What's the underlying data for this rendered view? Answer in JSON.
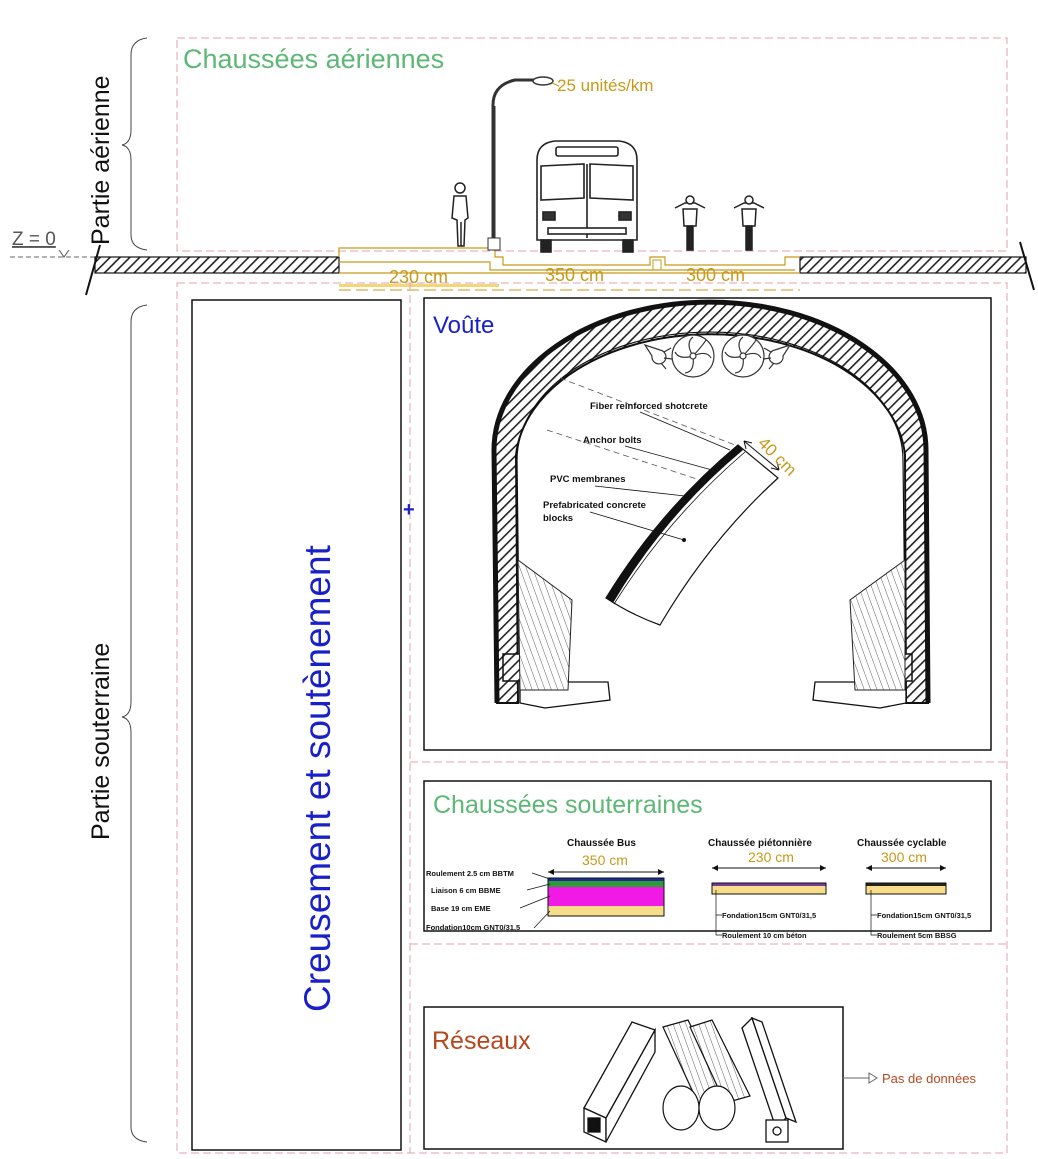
{
  "above": {
    "side_label": "Partie aérienne",
    "z_label": "Z = 0",
    "title": "Chaussées aériennes",
    "lamp_label": "25 unités/km",
    "widths": [
      "230 cm",
      "350 cm",
      "300 cm"
    ]
  },
  "below": {
    "side_label": "Partie souterraine",
    "excavation_title": "Creusement et soutènement",
    "plus": "+",
    "vault": {
      "title": "Voûte",
      "labels": [
        "Fiber reinforced shotcrete",
        "Anchor bolts",
        "PVC membranes",
        "Prefabricated concrete",
        "blocks"
      ],
      "thickness": "40 cm"
    },
    "roads": {
      "title": "Chaussées souterraines",
      "bus": {
        "title": "Chaussée Bus",
        "width": "350 cm",
        "layers": [
          "Roulement 2.5 cm BBTM",
          "Liaison 6 cm BBME",
          "Base 19 cm EME",
          "Fondation10cm GNT0/31,5"
        ]
      },
      "pedestrian": {
        "title": "Chaussée piétonnière",
        "width": "230 cm",
        "layers": [
          "Fondation15cm GNT0/31,5",
          "Roulement 10 cm béton"
        ]
      },
      "cycle": {
        "title": "Chaussée cyclable",
        "width": "300 cm",
        "layers": [
          "Fondation15cm GNT0/31,5",
          "Roulement 5cm BBSG"
        ]
      }
    },
    "networks": {
      "title": "Réseaux",
      "note": "Pas de données"
    }
  },
  "colors": {
    "green": "#5cb874",
    "blue": "#1a20c8",
    "gold": "#c79a1a",
    "red_brown": "#b5471e",
    "magenta": "#f019e6",
    "navy": "#1d2a9a",
    "green_layer": "#2e9a3a",
    "sand": "#f7dd8a",
    "purple": "#7a3a9a",
    "pink_dash": "#e6a7b0"
  }
}
